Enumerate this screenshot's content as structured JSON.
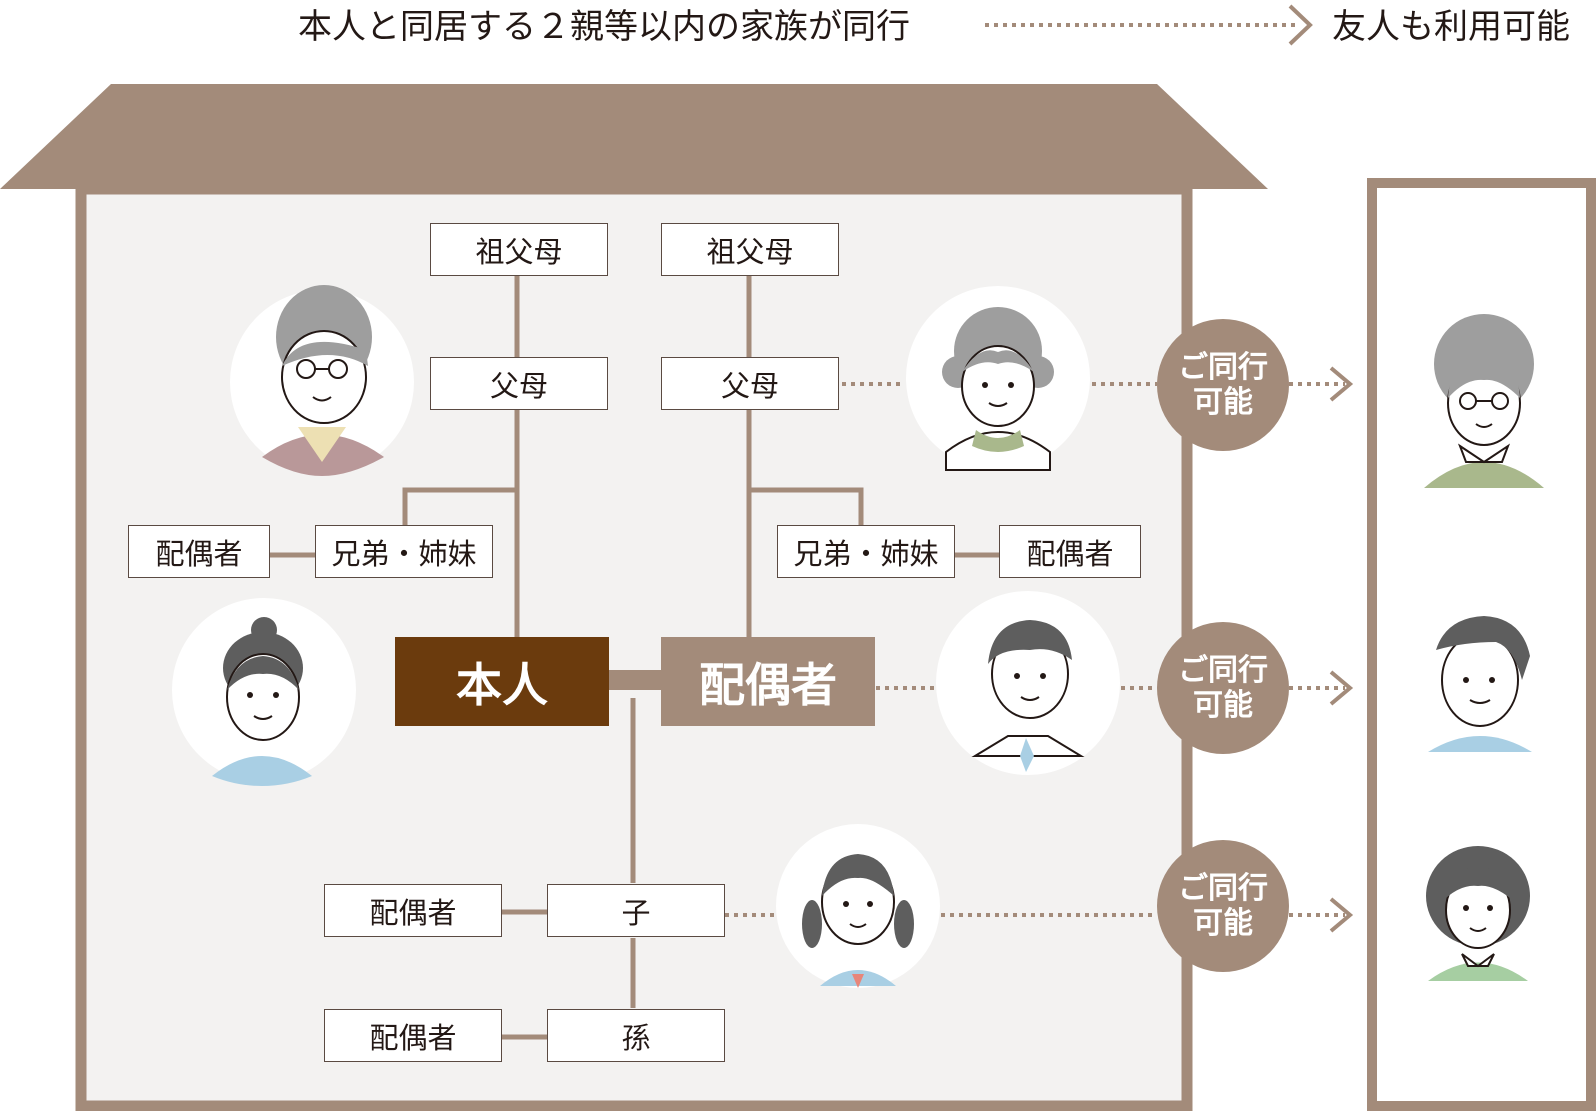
{
  "header": {
    "condition_text": "本人と同居する２親等以内の家族が同行",
    "result_text": "友人も利用可能"
  },
  "tree": {
    "grandparents_left": "祖父母",
    "grandparents_right": "祖父母",
    "parents_left": "父母",
    "parents_right": "父母",
    "siblings_left": "兄弟・姉妹",
    "siblings_right": "兄弟・姉妹",
    "spouse_of_sibling_left": "配偶者",
    "spouse_of_sibling_right": "配偶者",
    "self": "本人",
    "spouse": "配偶者",
    "child": "子",
    "spouse_of_child": "配偶者",
    "grandchild": "孫",
    "spouse_of_grandchild": "配偶者"
  },
  "badges": [
    {
      "line1": "ご同行",
      "line2": "可能"
    },
    {
      "line1": "ご同行",
      "line2": "可能"
    },
    {
      "line1": "ご同行",
      "line2": "可能"
    }
  ],
  "colors": {
    "brown": "#a38b7a",
    "dark_brown": "#6b3b0d",
    "house_fill": "#f3f2f1",
    "line": "#a38b7a",
    "gray_hair": "#9e9e9e",
    "dark_hair": "#5e5e5e",
    "skin": "#ffffff"
  },
  "icons": [
    "grandmother-with-glasses-icon",
    "mother-icon",
    "woman-with-bun-icon",
    "man-in-suit-icon",
    "girl-with-pigtails-icon",
    "friend-elderly-woman-icon",
    "friend-man-icon",
    "friend-woman-icon"
  ]
}
